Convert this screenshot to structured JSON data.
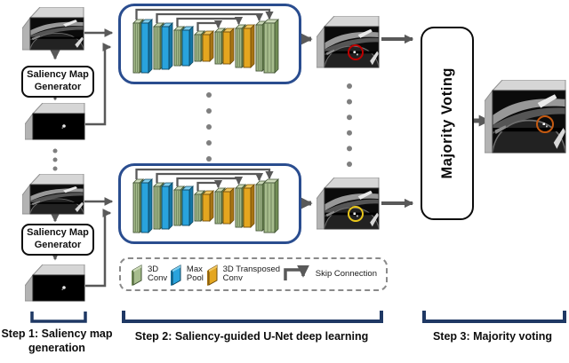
{
  "step1": {
    "generator_box": {
      "line1": "Saliency Map",
      "line2": "Generator"
    },
    "caption": {
      "line1": "Step 1: Saliency map",
      "line2": "generation"
    }
  },
  "step2": {
    "caption": "Step 2: Saliency-guided U-Net deep learning",
    "unet": {
      "blocks": [
        {
          "type": "conv",
          "h": 56
        },
        {
          "type": "pool",
          "h": 56
        },
        {
          "type": "conv",
          "h": 48
        },
        {
          "type": "pool",
          "h": 48
        },
        {
          "type": "conv",
          "h": 40
        },
        {
          "type": "pool",
          "h": 40
        },
        {
          "type": "conv",
          "h": 30
        },
        {
          "type": "trans",
          "h": 30
        },
        {
          "type": "conv",
          "h": 36
        },
        {
          "type": "trans",
          "h": 36
        },
        {
          "type": "conv",
          "h": 44
        },
        {
          "type": "trans",
          "h": 44
        },
        {
          "type": "conv",
          "h": 52
        },
        {
          "type": "conv",
          "h": 56,
          "w": 12
        }
      ],
      "skip_pairs": [
        [
          0,
          13
        ],
        [
          2,
          12
        ],
        [
          4,
          10
        ],
        [
          6,
          8
        ]
      ],
      "block_colors": {
        "conv": {
          "front": "#a7bd8d",
          "top": "#ccd9b8",
          "side": "#718c55",
          "stroke": "#3f5231"
        },
        "pool": {
          "front": "#29a3dc",
          "top": "#7fcdee",
          "side": "#1375a4",
          "stroke": "#0d455f"
        },
        "trans": {
          "front": "#e4a61f",
          "top": "#f0c65e",
          "side": "#a87413",
          "stroke": "#6e4c0a"
        }
      }
    }
  },
  "step3": {
    "caption": "Step 3: Majority voting",
    "voting_box_label": "Majority Voting"
  },
  "legend": {
    "items": [
      {
        "name": "conv",
        "label_line1": "3D",
        "label_line2": "Conv"
      },
      {
        "name": "pool",
        "label_line1": "Max",
        "label_line2": "Pool"
      },
      {
        "name": "trans",
        "label_line1": "3D Transposed",
        "label_line2": "Conv"
      },
      {
        "name": "skip",
        "label": "Skip Connection"
      }
    ]
  },
  "annotations": {
    "unet_top_output_circle": "#c00000",
    "unet_bottom_output_circle": "#e8c61c",
    "final_output_circle": "#c55a11"
  },
  "colors": {
    "arrow": "#595959",
    "bracket": "#1f3864",
    "unet_border": "#2a4d8f",
    "dots": "#7f7f7f"
  }
}
